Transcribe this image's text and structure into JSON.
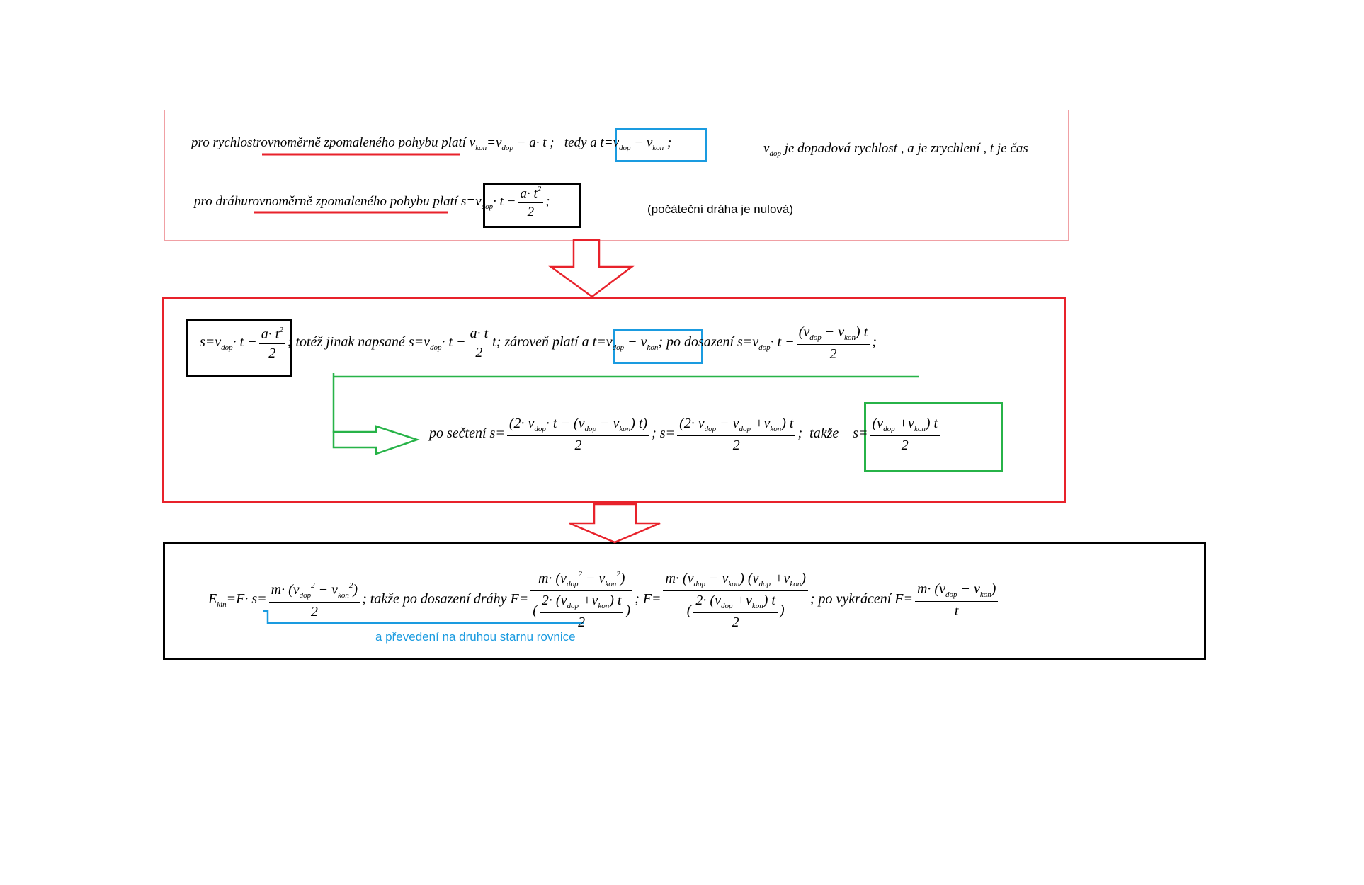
{
  "row1": {
    "a_text": "pro rychlost",
    "a_underlined": "rovnoměrně zpomaleného pohybu",
    "a_plati": "platí",
    "tedy": "tedy",
    "def_text": "je dopadová rychlost , a je zrychlení , t je čas",
    "b_text": "pro dráhu",
    "b_underlined": "rovnoměrně zpomaleného pohybu",
    "b_plati": "platí",
    "note": "(počáteční dráha je nulová)"
  },
  "row2": {
    "totez": "; totéž jinak napsané",
    "zaroven": "; zároveň platí",
    "po_dosazeni": "; po dosazení",
    "po_secteni": "po sečtení",
    "takze": "takže"
  },
  "row3": {
    "takze_po_dosazeni": "; takže po dosazení dráhy",
    "po_vykraceni": "; po vykrácení",
    "note": "a převedení na druhou starnu rovnice"
  },
  "colors": {
    "red": "#e8222b",
    "light_red": "#f0a0a4",
    "blue": "#1a9be0",
    "green": "#27b348",
    "black": "#000000"
  }
}
